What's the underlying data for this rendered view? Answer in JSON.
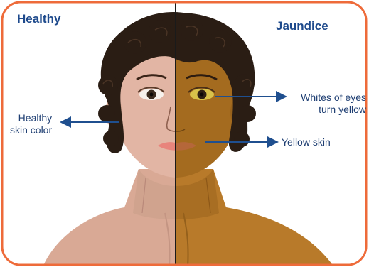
{
  "panels": {
    "left_title": "Healthy",
    "right_title": "Jaundice"
  },
  "labels": {
    "healthy_skin_line1": "Healthy",
    "healthy_skin_line2": "skin color",
    "whites_line1": "Whites of eyes",
    "whites_line2": "turn yellow",
    "yellow_skin": "Yellow skin"
  },
  "colors": {
    "frame": "#ee6b3a",
    "healthy_skin": "#dcae9d",
    "jaundice_skin": "#a8701f",
    "hair": "#2a1d14",
    "arrow": "#1f4f8f",
    "label_text": "#1f3f73"
  }
}
